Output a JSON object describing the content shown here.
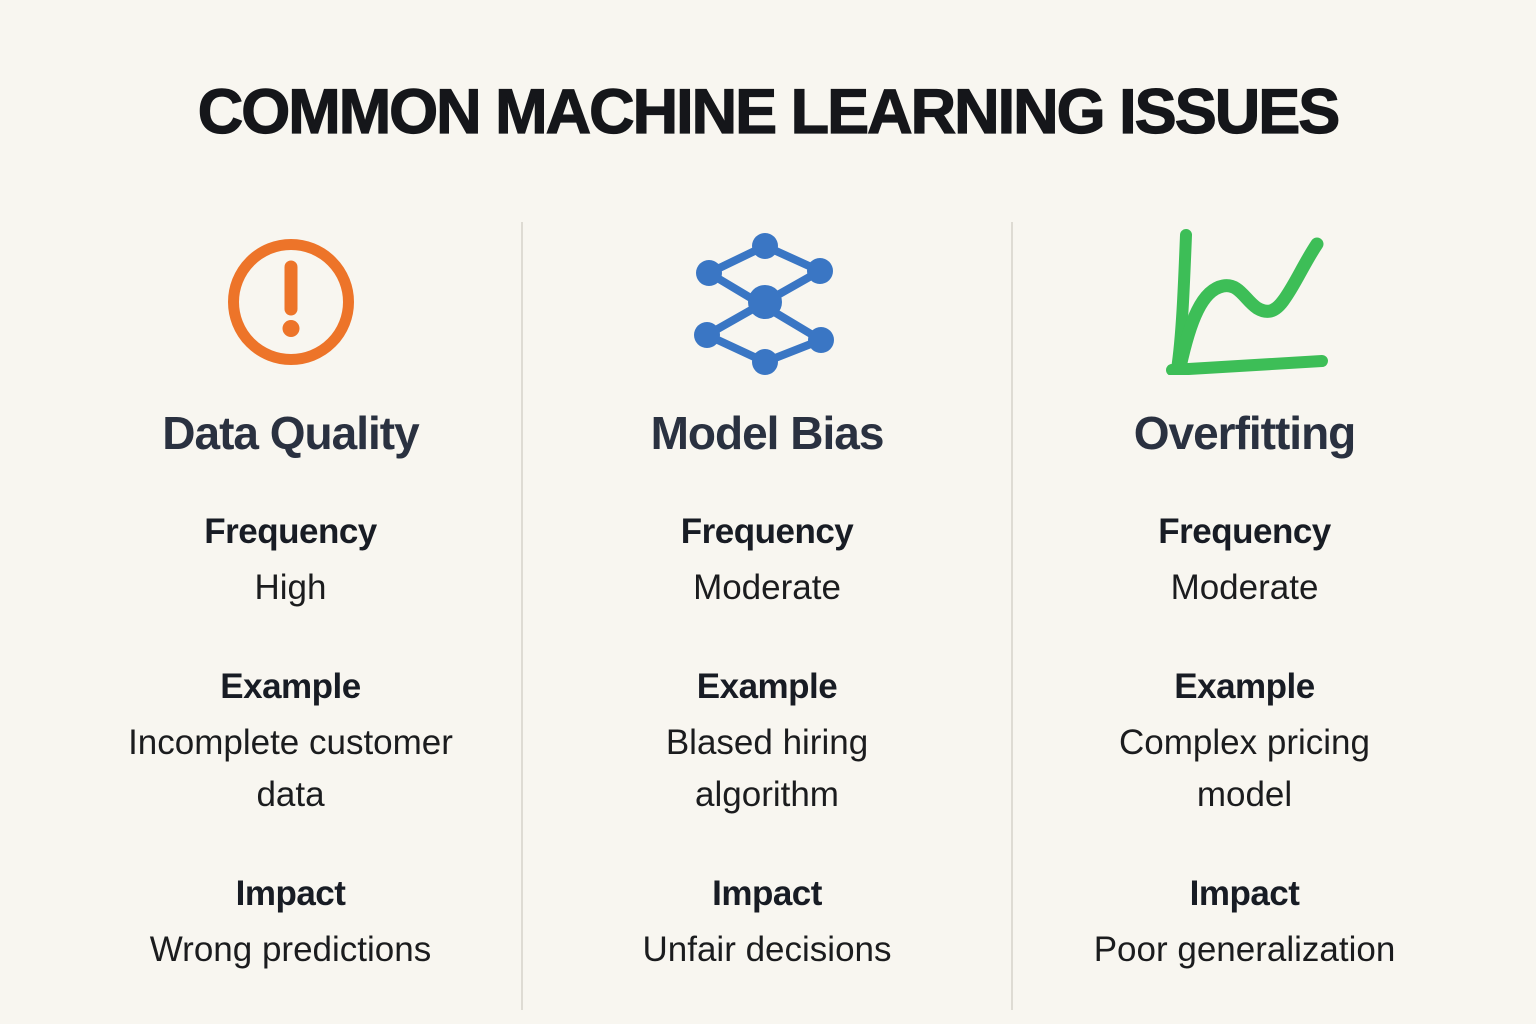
{
  "title": "COMMON MACHINE LEARNING ISSUES",
  "theme": {
    "background": "#F8F6F0",
    "title_color": "#15161A",
    "heading_color": "#2A3140",
    "label_color": "#181C24",
    "value_color": "#1B1C1E",
    "divider_color": "#DEDBD3"
  },
  "columns": [
    {
      "title": "Data Quality",
      "icon": "alert-circle-icon",
      "icon_color": "#ED7429",
      "rows": [
        {
          "label": "Frequency",
          "value": "High"
        },
        {
          "label": "Example",
          "value": "Incomplete customer data"
        },
        {
          "label": "Impact",
          "value": "Wrong predictions"
        }
      ]
    },
    {
      "title": "Model Bias",
      "icon": "neural-network-icon",
      "icon_color": "#3A76C4",
      "rows": [
        {
          "label": "Frequency",
          "value": "Moderate"
        },
        {
          "label": "Example",
          "value": "Blased hiring algorithm"
        },
        {
          "label": "Impact",
          "value": "Unfair decisions"
        }
      ]
    },
    {
      "title": "Overfitting",
      "icon": "line-chart-icon",
      "icon_color": "#3DBE57",
      "rows": [
        {
          "label": "Frequency",
          "value": "Moderate"
        },
        {
          "label": "Example",
          "value": "Complex pricing model"
        },
        {
          "label": "Impact",
          "value": "Poor generalization"
        }
      ]
    }
  ]
}
